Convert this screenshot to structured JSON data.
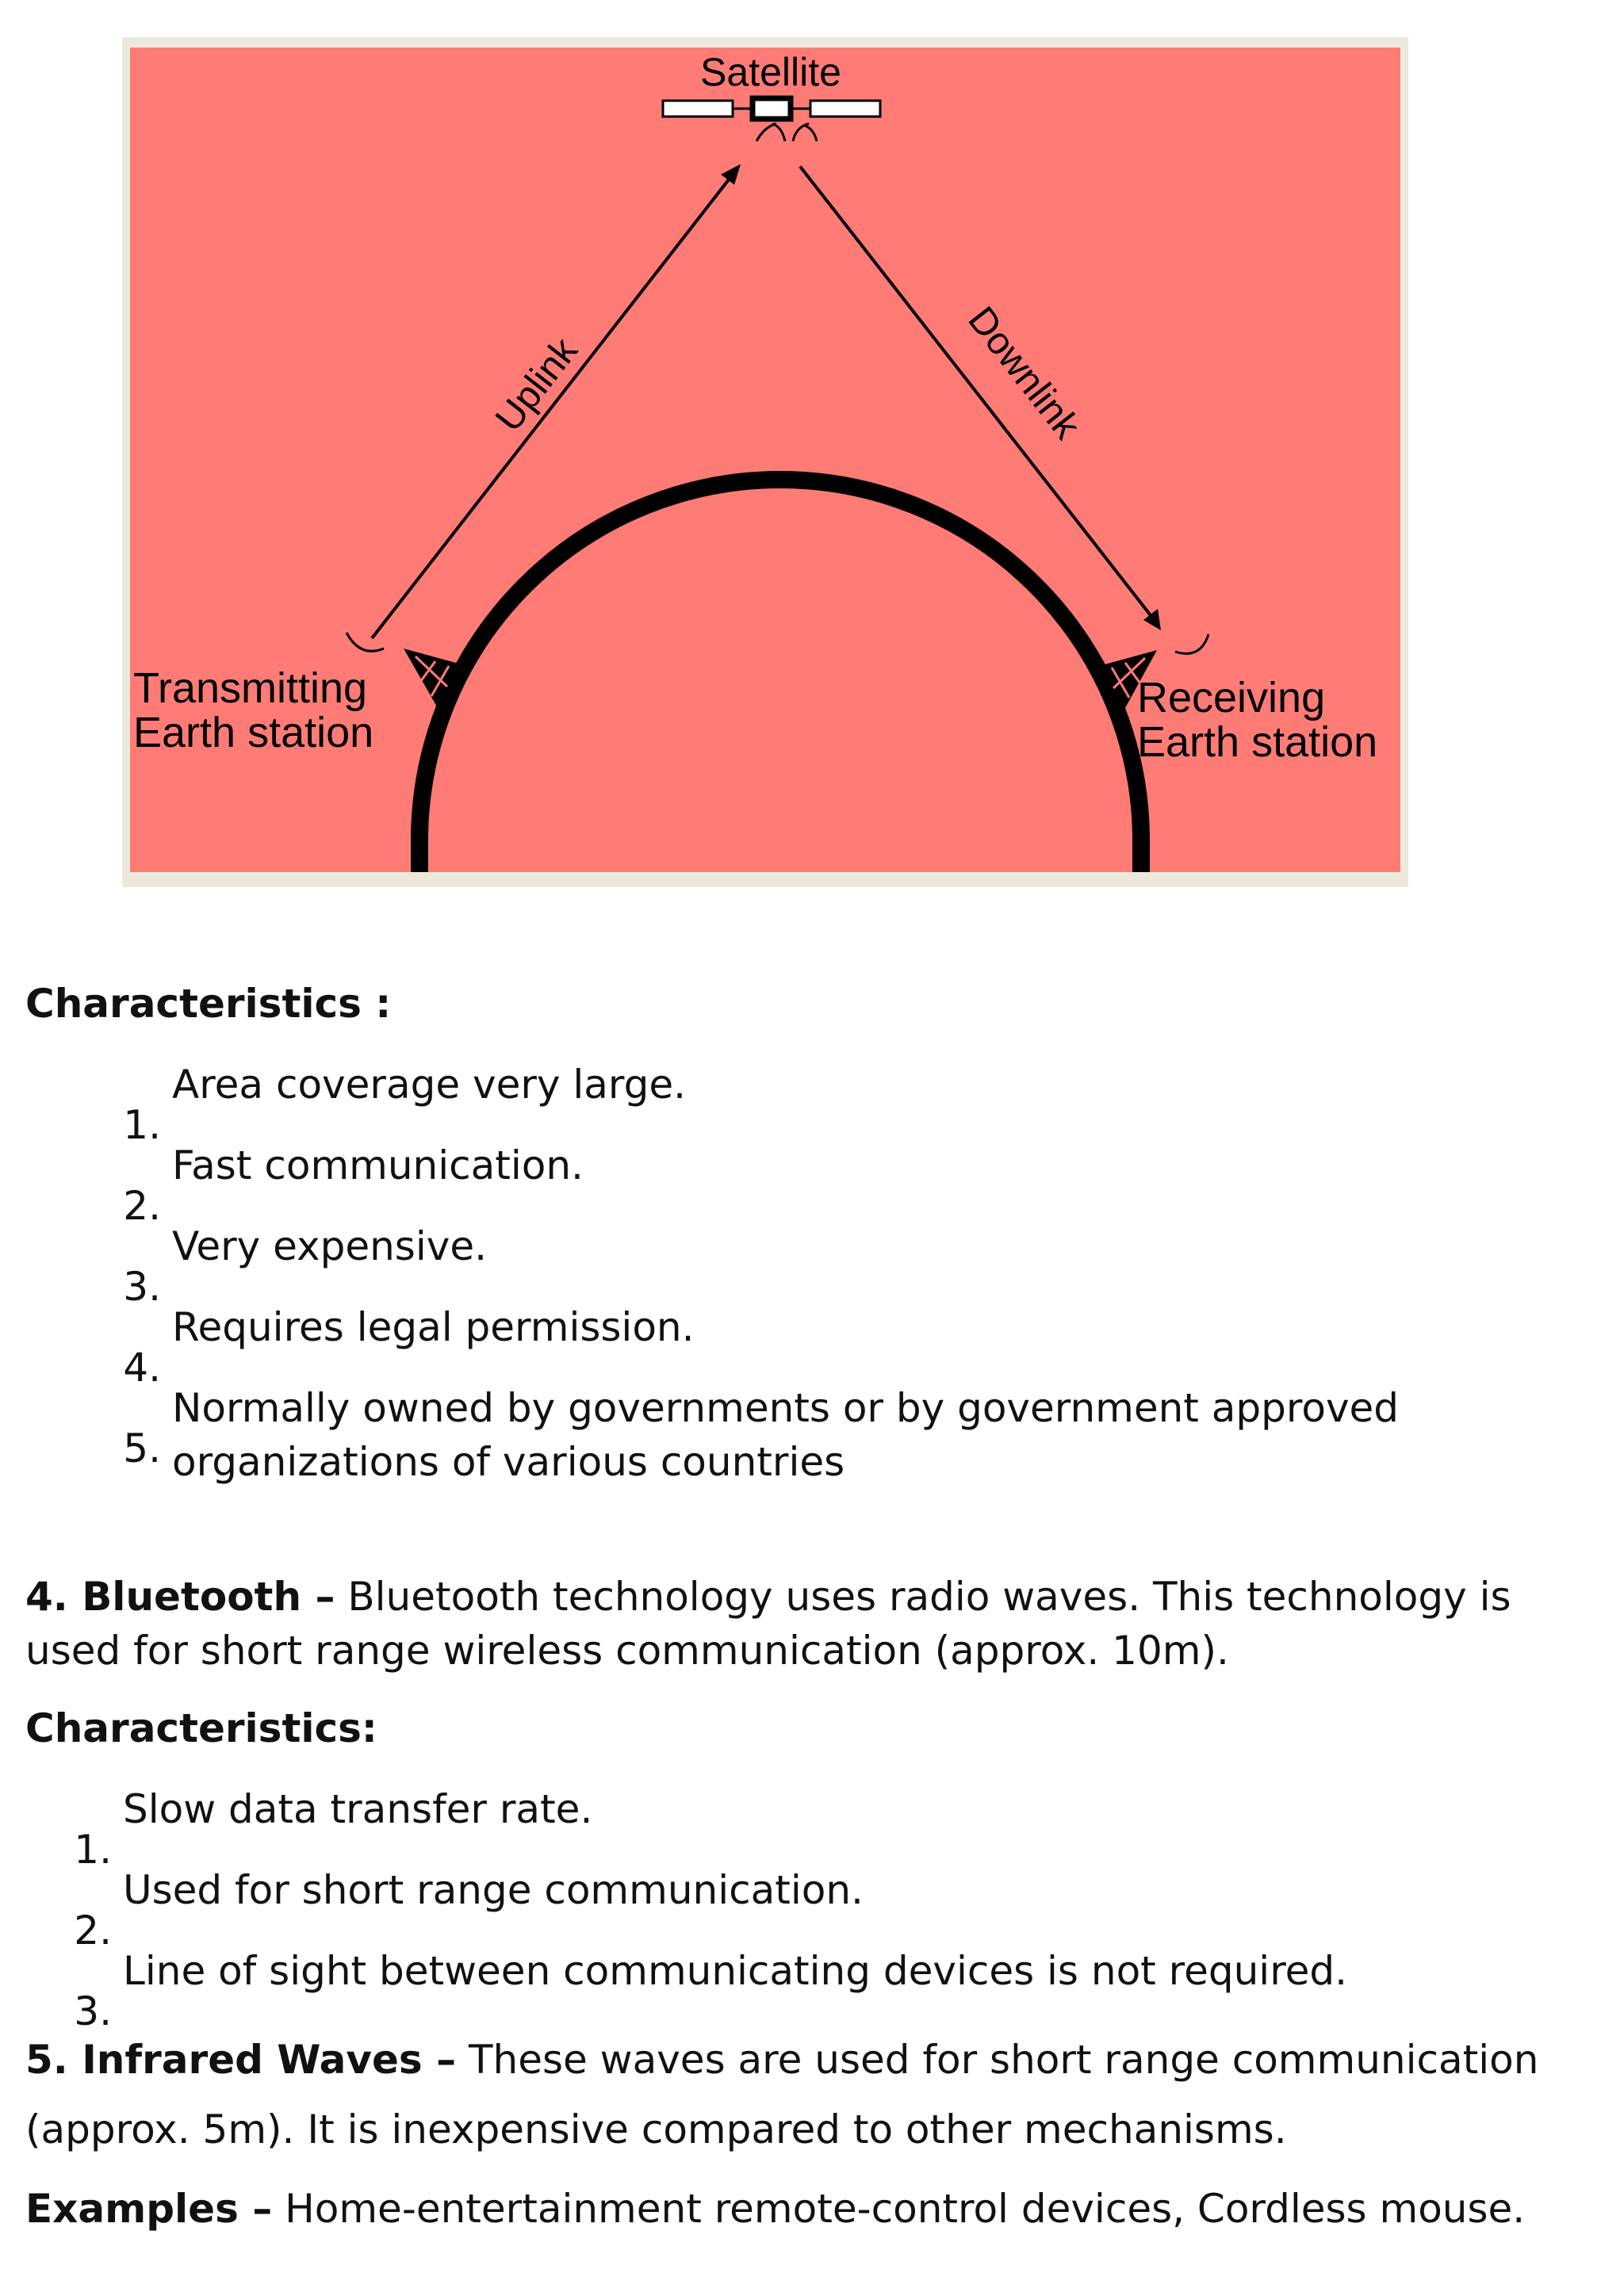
{
  "figure": {
    "satellite_label": "Satellite",
    "uplink_label": "Uplink",
    "downlink_label": "Downlink",
    "transmitting_line1": "Transmitting",
    "transmitting_line2": "Earth station",
    "receiving_line1": "Receiving",
    "receiving_line2": "Earth station",
    "background_color": "#ff7b76",
    "frame_color": "#ece8dc"
  },
  "satellite_section": {
    "heading": "Characteristics :",
    "items": [
      {
        "num": "1.",
        "text": "Area coverage very large."
      },
      {
        "num": "2.",
        "text": "Fast communication."
      },
      {
        "num": "3.",
        "text": "Very expensive."
      },
      {
        "num": "4.",
        "text": "Requires legal permission."
      },
      {
        "num": "5.",
        "text": "Normally owned by governments or by government approved",
        "text2": "organizations of various countries"
      }
    ]
  },
  "bluetooth": {
    "title": "4. Bluetooth –",
    "line1": " Bluetooth technology uses radio waves. This technology is",
    "line2": "used for short range wireless communication (approx.  10m).",
    "heading": "Characteristics:",
    "items": [
      {
        "num": "1.",
        "text": "Slow data transfer rate."
      },
      {
        "num": "2.",
        "text": "Used for short range communication."
      },
      {
        "num": "3.",
        "text": "Line of sight between communicating devices is not required."
      }
    ]
  },
  "infrared": {
    "title": "5. Infrared Waves –",
    "line1": " These waves are used for short range communication",
    "line2": "(approx. 5m). It is inexpensive compared to other mechanisms."
  },
  "examples": {
    "title": "Examples –",
    "text": " Home-entertainment remote-control devices, Cordless mouse."
  }
}
